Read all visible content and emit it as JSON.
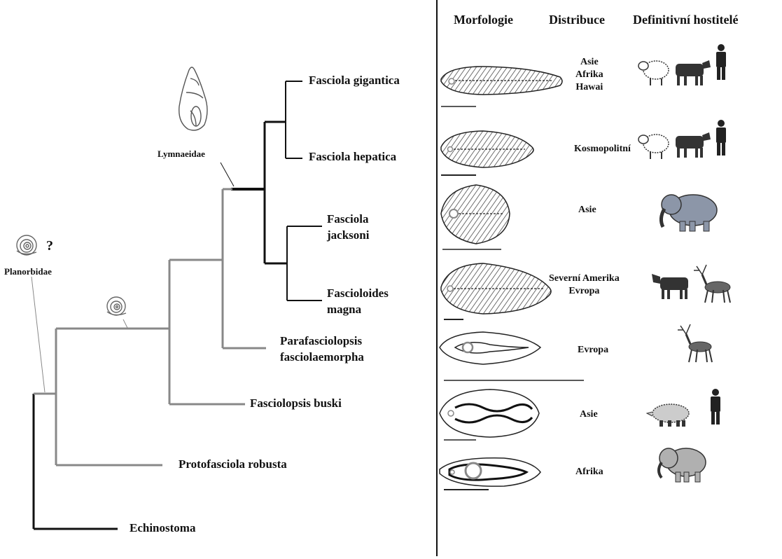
{
  "headers": {
    "morphology": "Morfologie",
    "distribution": "Distribuce",
    "hosts": "Definitivní hostitelé"
  },
  "clade_labels": {
    "lymnaeidae": "Lymnaeidae",
    "planorbidae": "Planorbidae",
    "question": "?"
  },
  "taxa": {
    "gigantica": "Fasciola gigantica",
    "hepatica": "Fasciola hepatica",
    "jacksoni_1": "Fasciola",
    "jacksoni_2": "jacksoni",
    "magna_1": "Fascioloides",
    "magna_2": "magna",
    "para_1": "Parafasciolopsis",
    "para_2": "fasciolaemorpha",
    "buski": "Fasciolopsis buski",
    "robusta": "Protofasciola robusta",
    "echinostoma": "Echinostoma"
  },
  "distribution": {
    "gigantica": [
      "Asie",
      "Afrika",
      "Hawai"
    ],
    "hepatica": [
      "Kosmopolitní"
    ],
    "jacksoni": [
      "Asie"
    ],
    "magna": [
      "Severní Amerika",
      "Evropa"
    ],
    "para": [
      "Evropa"
    ],
    "buski": [
      "Asie"
    ],
    "robusta": [
      "Afrika"
    ]
  },
  "hosts": {
    "gigantica": [
      "sheep-icon",
      "cow-icon",
      "human-icon"
    ],
    "hepatica": [
      "sheep-icon",
      "cow-icon",
      "human-icon"
    ],
    "jacksoni": [
      "elephant-icon"
    ],
    "magna": [
      "cow-icon",
      "deer-icon"
    ],
    "para": [
      "deer-icon"
    ],
    "buski": [
      "pig-icon",
      "human-icon"
    ],
    "robusta": [
      "elephant-icon"
    ]
  },
  "colors": {
    "line_black": "#111111",
    "line_gray": "#888888",
    "elephant": "#8c96a8"
  }
}
